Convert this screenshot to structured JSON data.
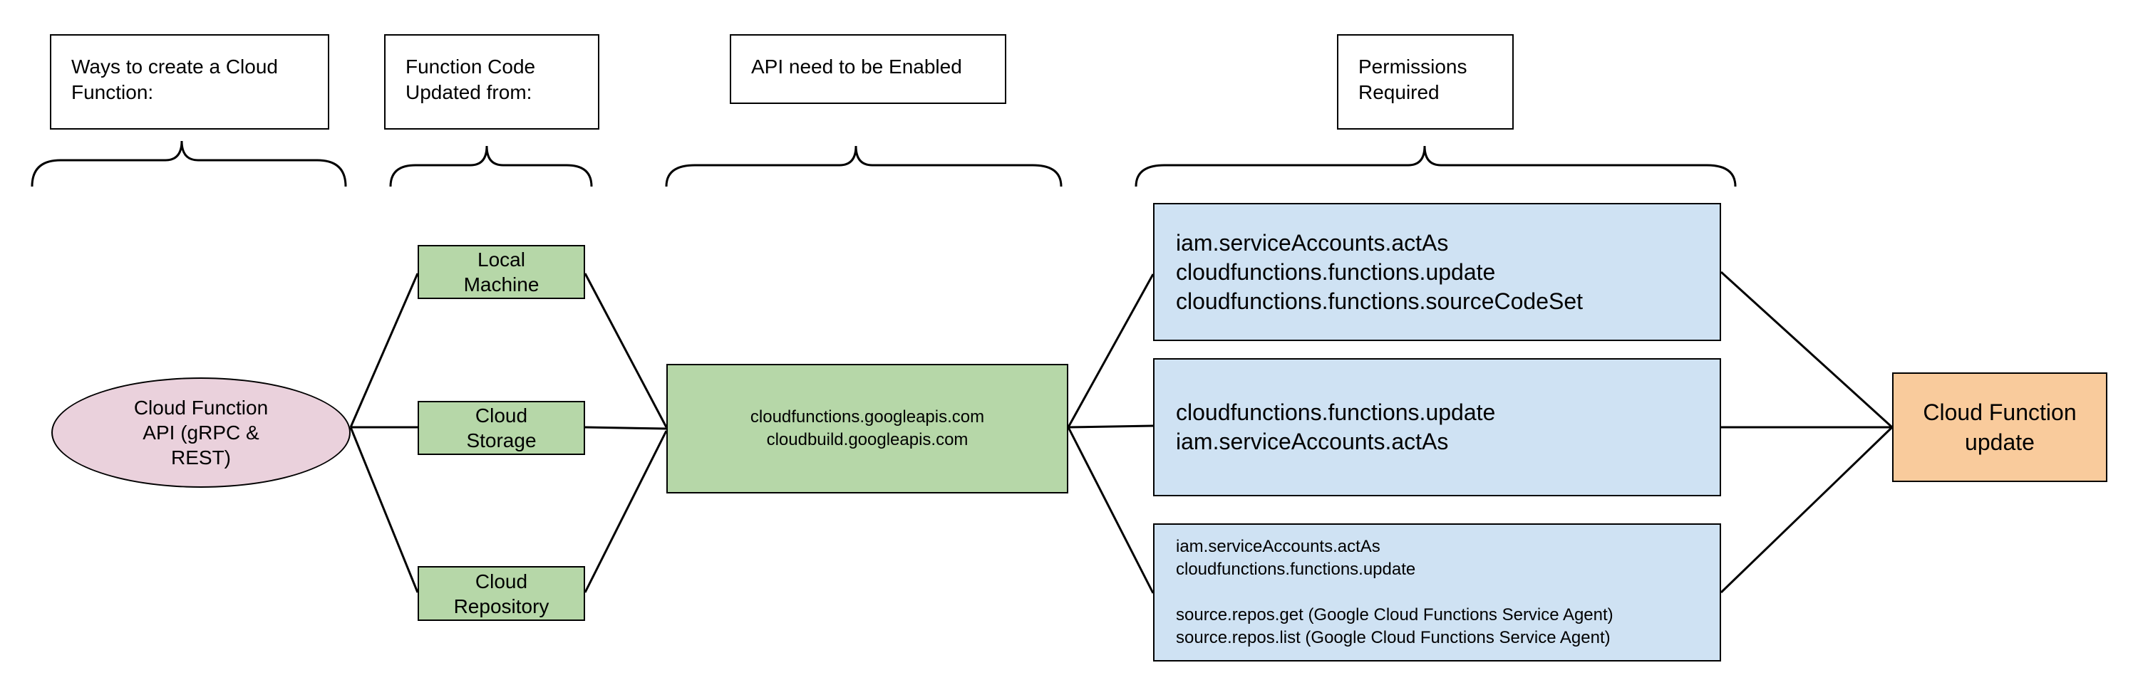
{
  "headers": {
    "ways": [
      "Ways to create a Cloud",
      "Function:"
    ],
    "code": [
      "Function Code",
      "Updated from:"
    ],
    "api": [
      "API need to be Enabled"
    ],
    "perms": [
      "Permissions",
      "Required"
    ]
  },
  "origin": [
    "Cloud Function",
    "API (gRPC &",
    "REST)"
  ],
  "sources": [
    [
      "Local",
      "Machine"
    ],
    [
      "Cloud",
      "Storage"
    ],
    [
      "Cloud",
      "Repository"
    ]
  ],
  "apis": [
    "cloudfunctions.googleapis.com",
    "cloudbuild.googleapis.com"
  ],
  "permissions": {
    "local": [
      "iam.serviceAccounts.actAs",
      "cloudfunctions.functions.update",
      "cloudfunctions.functions.sourceCodeSet"
    ],
    "storage": [
      "cloudfunctions.functions.update",
      "iam.serviceAccounts.actAs"
    ],
    "repo": [
      "iam.serviceAccounts.actAs",
      "cloudfunctions.functions.update",
      "",
      "source.repos.get (Google Cloud Functions Service Agent)",
      "source.repos.list (Google Cloud Functions Service Agent)"
    ]
  },
  "result": [
    "Cloud Function",
    "update"
  ],
  "colors": {
    "origin_fill": "#ead1dc",
    "source_fill": "#b6d7a8",
    "api_fill": "#b6d7a8",
    "permission_fill": "#cfe2f3",
    "result_fill": "#f9cb9c"
  }
}
